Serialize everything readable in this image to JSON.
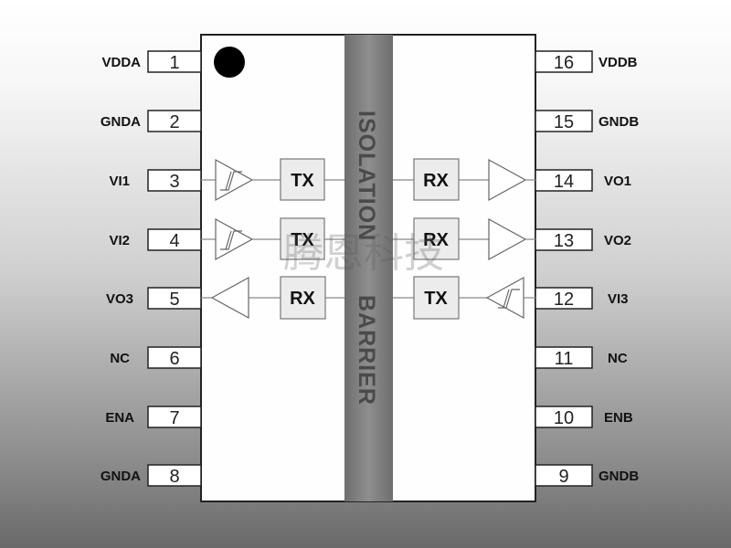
{
  "left_pins": [
    {
      "label": "VDDA",
      "number": "1"
    },
    {
      "label": "GNDA",
      "number": "2"
    },
    {
      "label": "VI1",
      "number": "3"
    },
    {
      "label": "VI2",
      "number": "4"
    },
    {
      "label": "VO3",
      "number": "5"
    },
    {
      "label": "NC",
      "number": "6"
    },
    {
      "label": "ENA",
      "number": "7"
    },
    {
      "label": "GNDA",
      "number": "8"
    }
  ],
  "right_pins": [
    {
      "label": "VDDB",
      "number": "16"
    },
    {
      "label": "GNDB",
      "number": "15"
    },
    {
      "label": "VO1",
      "number": "14"
    },
    {
      "label": "VO2",
      "number": "13"
    },
    {
      "label": "VI3",
      "number": "12"
    },
    {
      "label": "NC",
      "number": "11"
    },
    {
      "label": "ENB",
      "number": "10"
    },
    {
      "label": "GNDB",
      "number": "9"
    }
  ],
  "barrier": {
    "line1": "ISOLATION",
    "line2": "BARRIER",
    "color": "#777777"
  },
  "blocks": {
    "ch1_left": "TX",
    "ch1_right": "RX",
    "ch2_left": "TX",
    "ch2_right": "RX",
    "ch3_left": "RX",
    "ch3_right": "TX"
  },
  "watermark": "腾恩科技"
}
